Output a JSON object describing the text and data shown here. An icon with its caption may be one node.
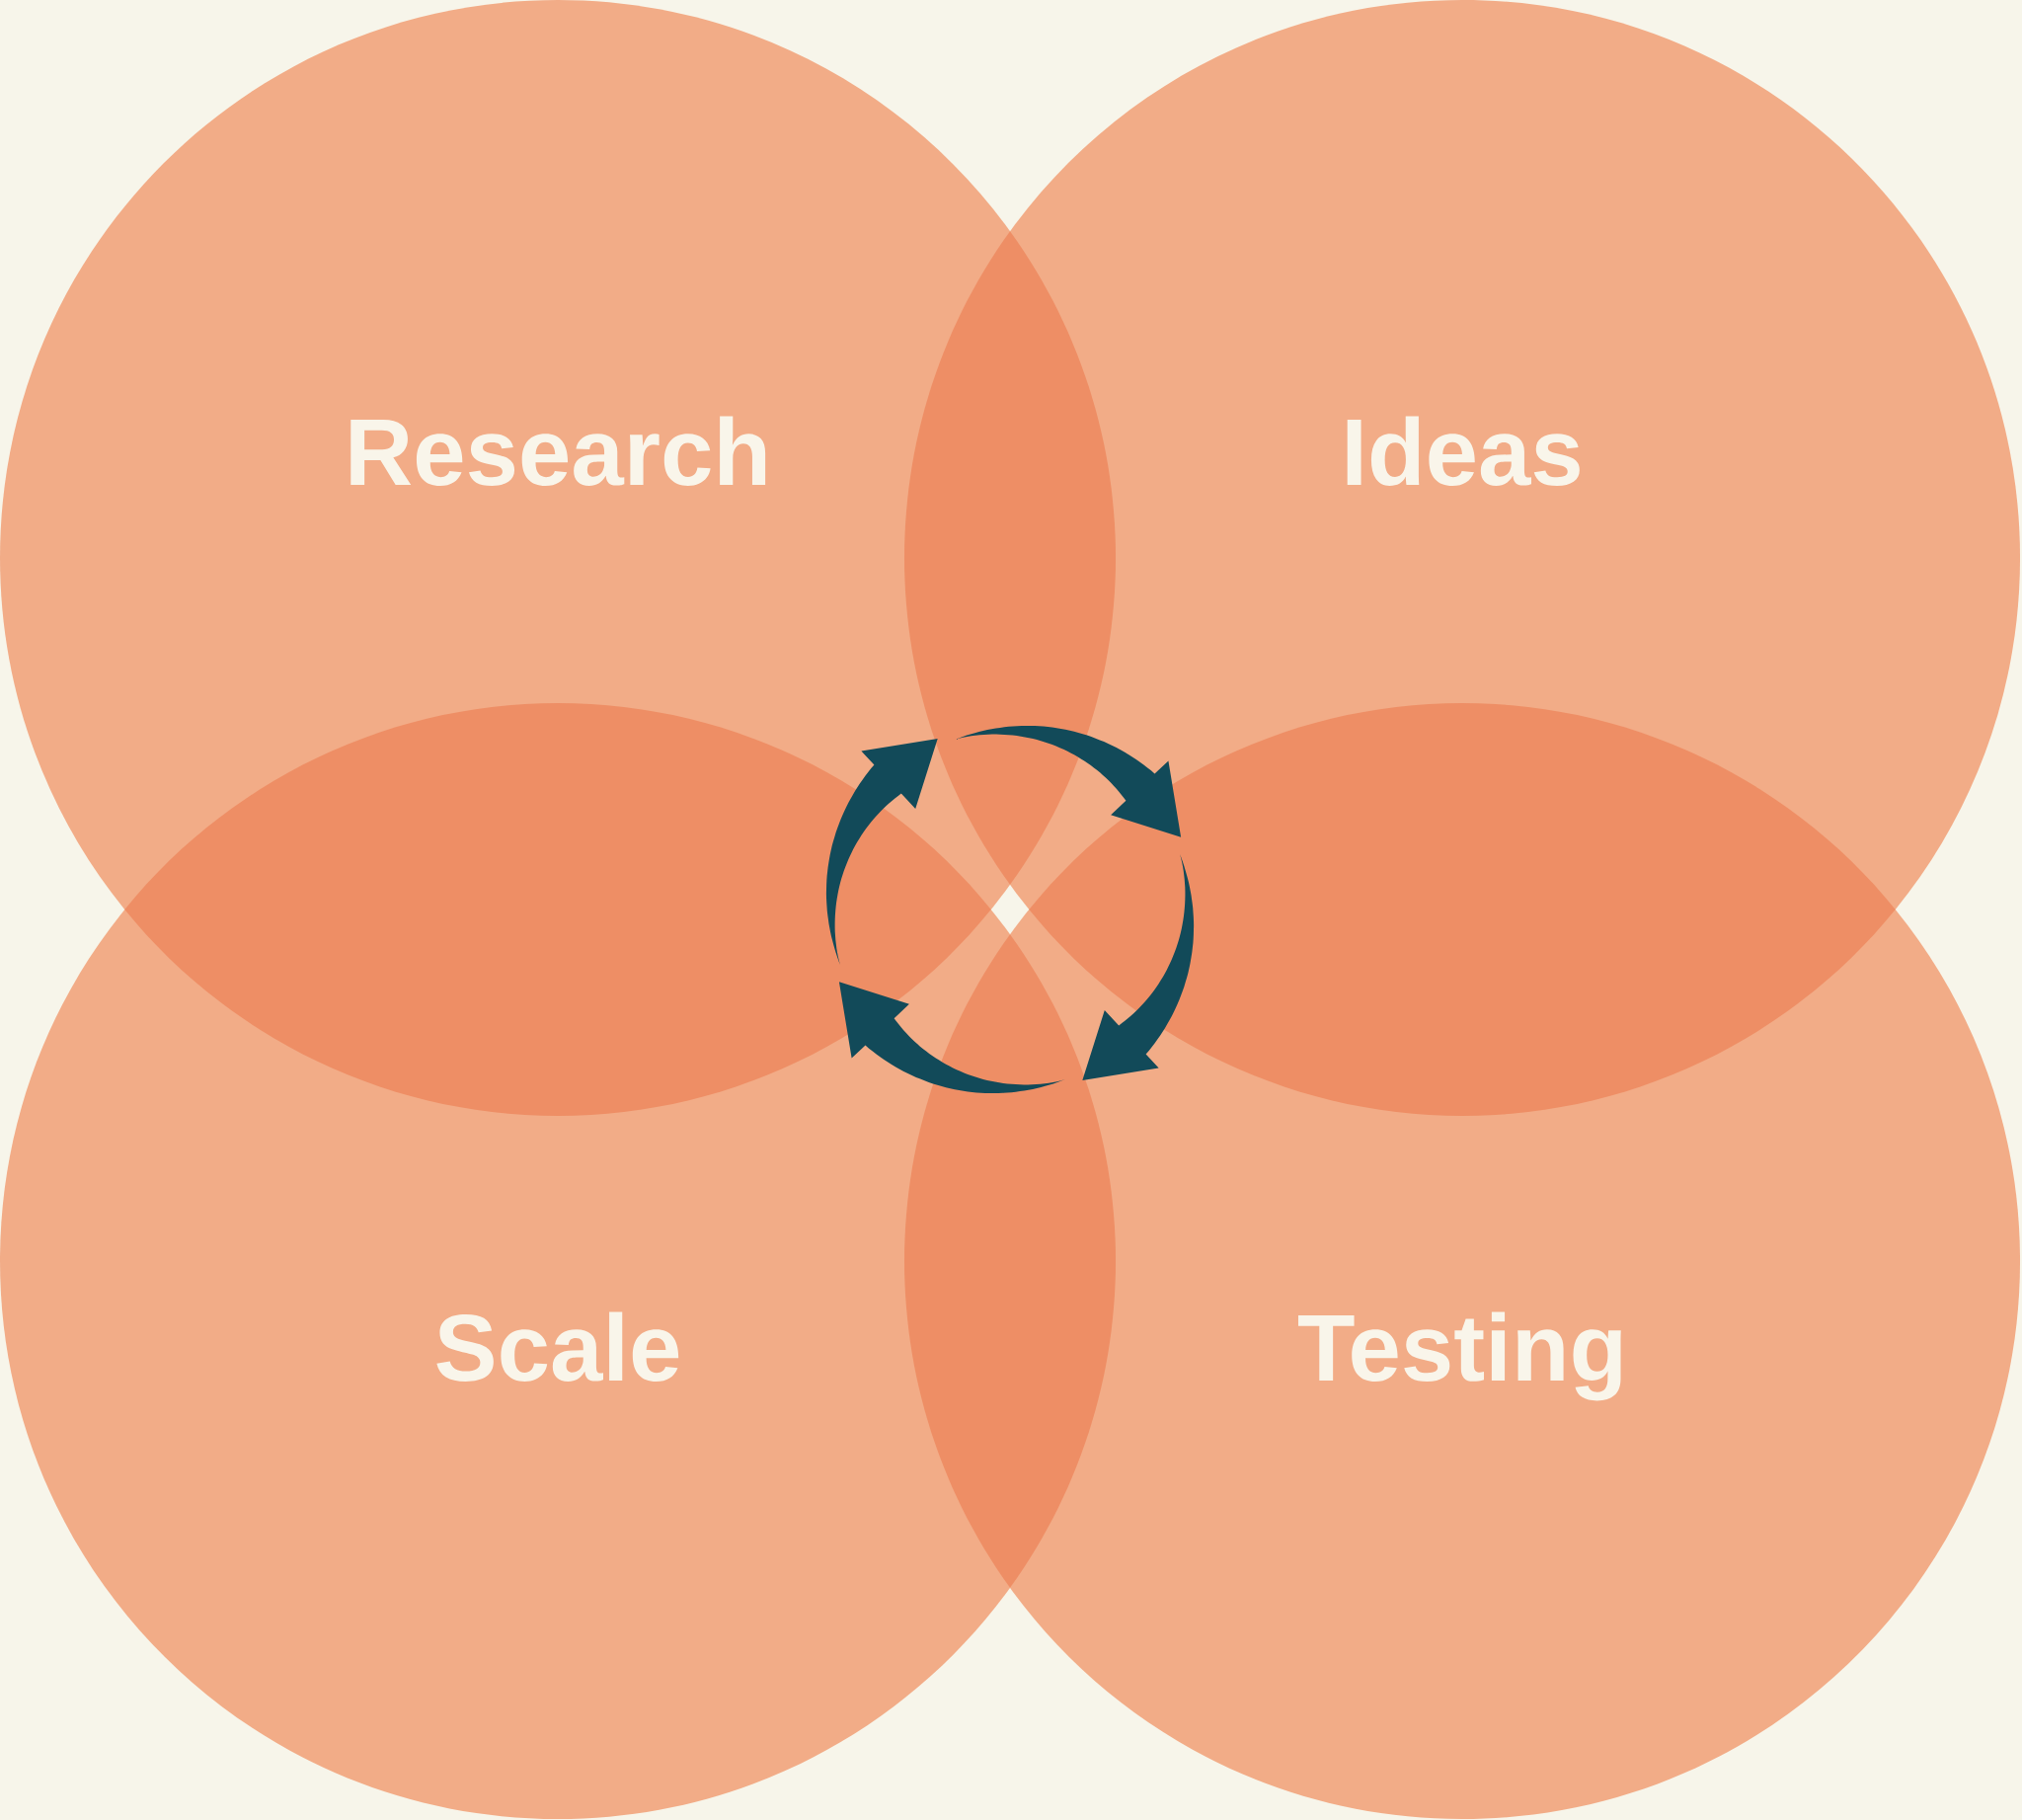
{
  "diagram": {
    "nodes": [
      {
        "text": [
          "Research"
        ]
      },
      {
        "text": [
          "Ideas"
        ]
      },
      {
        "text": [
          "Scale"
        ]
      },
      {
        "text": [
          "Testing"
        ]
      }
    ]
  }
}
